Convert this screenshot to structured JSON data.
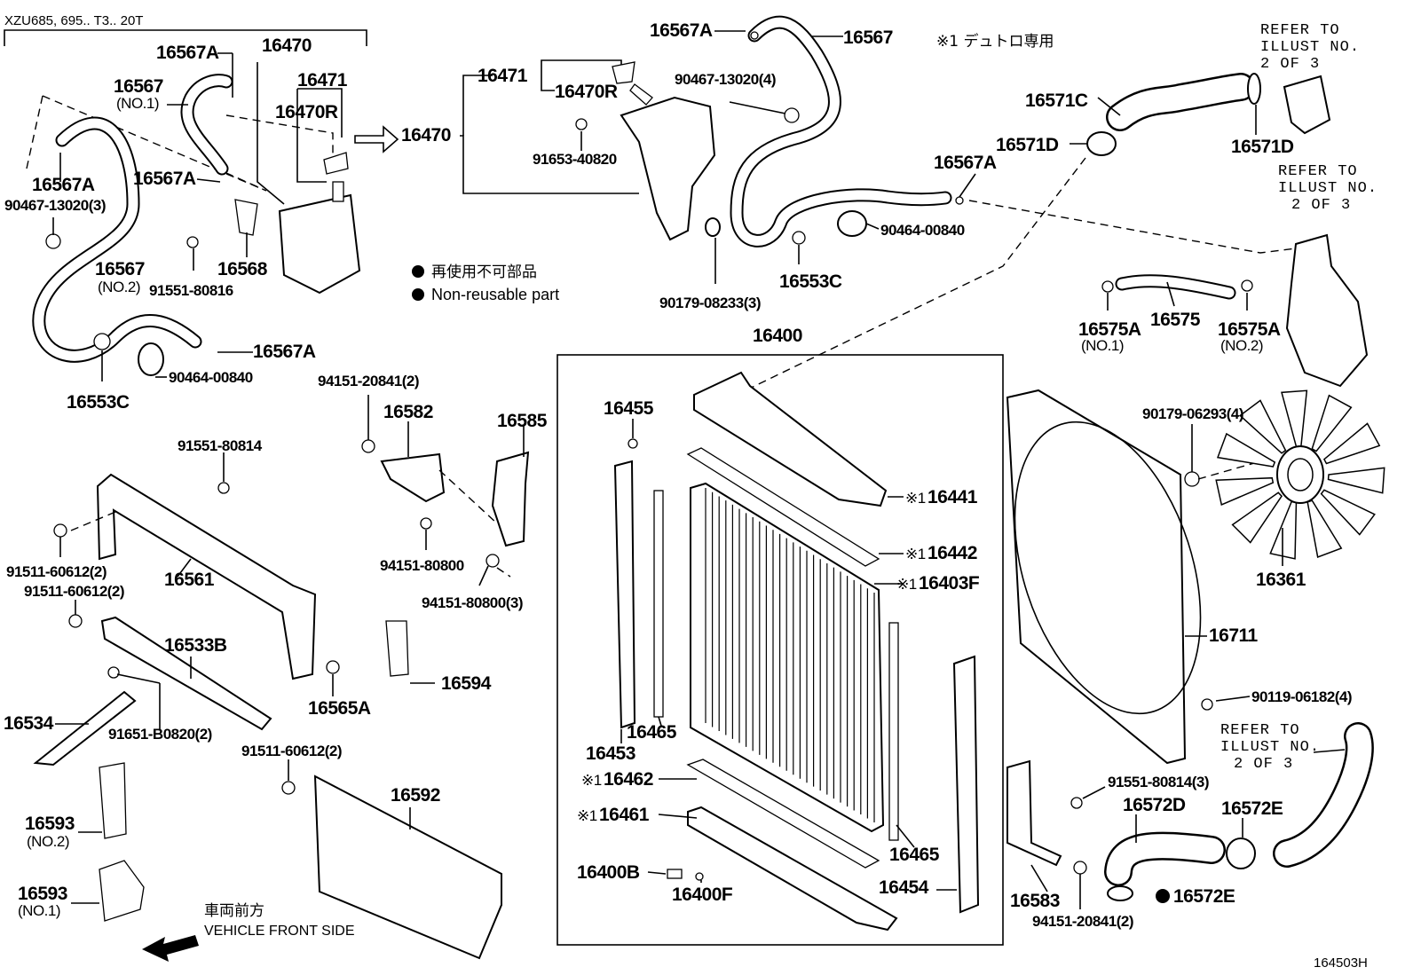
{
  "header": {
    "model": "XZU685, 695.. T3.. 20T",
    "note_1": "※1 デュトロ専用",
    "illustration_code": "164503H"
  },
  "legend": {
    "ja": "再使用不可部品",
    "en": "Non-reusable part"
  },
  "references": [
    {
      "line1": "REFER TO",
      "line2": "ILLUST NO.",
      "line3": "2 OF 3"
    },
    {
      "line1": "REFER TO",
      "line2": "ILLUST NO.",
      "line3": "2 OF 3"
    },
    {
      "line1": "REFER TO",
      "line2": "ILLUST NO.",
      "line3": "2 OF 3"
    }
  ],
  "front_side": {
    "ja": "車両前方",
    "en": "VEHICLE FRONT SIDE"
  },
  "marks": {
    "note": "※1"
  },
  "parts": {
    "p16567A_a": "16567A",
    "p16470_a": "16470",
    "p16567_no1": "16567",
    "no1": "(NO.1)",
    "p16471_a": "16471",
    "p16470R_a": "16470R",
    "p16567A_b": "16567A",
    "p90467_13020_3": "90467-13020(3)",
    "p16567A_c": "16567A",
    "p16567_no2": "16567",
    "no2": "(NO.2)",
    "p16568": "16568",
    "p91551_80816": "91551-80816",
    "p16567A_d": "16567A",
    "p90464_00840_a": "90464-00840",
    "p16553C_a": "16553C",
    "p16470_b": "16470",
    "p16471_b": "16471",
    "p16470R_b": "16470R",
    "p91653_40820": "91653-40820",
    "p16567A_e": "16567A",
    "p16567_b": "16567",
    "p90467_13020_4": "90467-13020(4)",
    "p16567A_f": "16567A",
    "p90464_00840_b": "90464-00840",
    "p16553C_b": "16553C",
    "p90179_08233_3": "90179-08233(3)",
    "p16571C": "16571C",
    "p16571D_a": "16571D",
    "p16571D_b": "16571D",
    "p16575A_a": "16575A",
    "p16575A_a_no": "(NO.1)",
    "p16575": "16575",
    "p16575A_b": "16575A",
    "p16575A_b_no": "(NO.2)",
    "p16400": "16400",
    "p94151_20841_2a": "94151-20841(2)",
    "p16582": "16582",
    "p16585": "16585",
    "p94151_80800": "94151-80800",
    "p94151_80800_3": "94151-80800(3)",
    "p91551_80814": "91551-80814",
    "p91511_60612_2a": "91511-60612(2)",
    "p91511_60612_2b": "91511-60612(2)",
    "p16561": "16561",
    "p16533B": "16533B",
    "p16534": "16534",
    "p91651_B0820_2": "91651-B0820(2)",
    "p16565A": "16565A",
    "p16594": "16594",
    "p91511_60612_2c": "91511-60612(2)",
    "p16592": "16592",
    "p16593_no2": "16593",
    "p16593_no1": "16593",
    "p16455": "16455",
    "p16441": "16441",
    "p16442": "16442",
    "p16403F": "16403F",
    "p16465_a": "16465",
    "p16453": "16453",
    "p16462": "16462",
    "p16461": "16461",
    "p16400B": "16400B",
    "p16400F": "16400F",
    "p16465_b": "16465",
    "p16454": "16454",
    "p90179_06293_4": "90179-06293(4)",
    "p16361": "16361",
    "p16711": "16711",
    "p90119_06182_4": "90119-06182(4)",
    "p91551_80814_3": "91551-80814(3)",
    "p16572D": "16572D",
    "p16572E_a": "16572E",
    "p16583": "16583",
    "p94151_20841_2b": "94151-20841(2)",
    "p16572E_b": "16572E"
  }
}
